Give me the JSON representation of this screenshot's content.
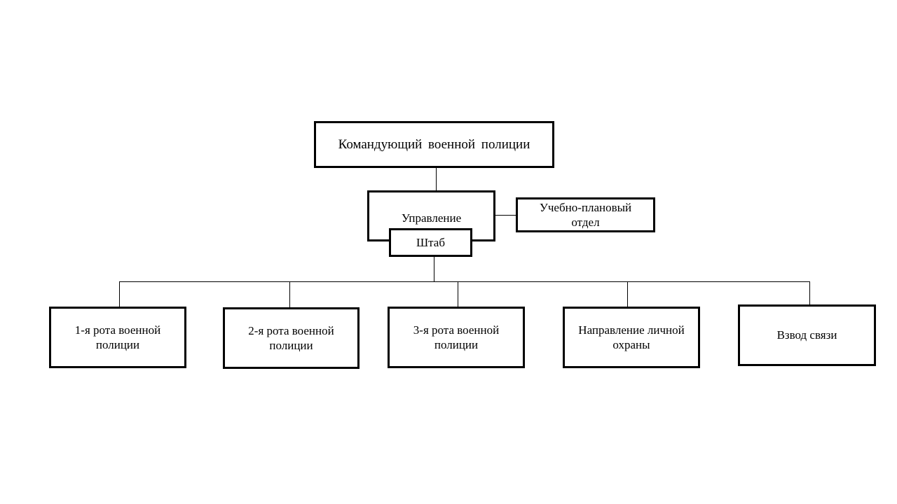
{
  "diagram": {
    "commander": "Командующий  военной  полиции",
    "directorate": "Управление",
    "headquarters": "Штаб",
    "planning_department": "Учебно-плановый отдел",
    "units": [
      "1-я рота военной полиции",
      "2-я рота военной полиции",
      "3-я рота военной полиции",
      "Направление личной охраны",
      "Взвод связи"
    ]
  }
}
